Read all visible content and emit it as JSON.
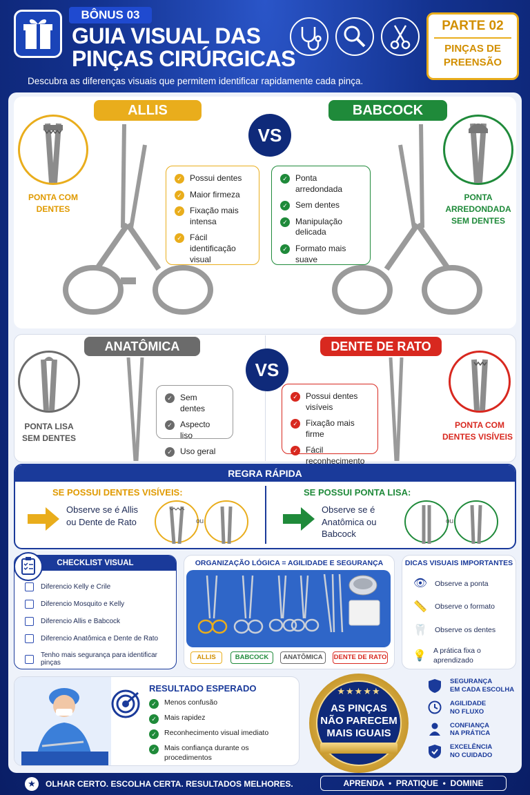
{
  "header": {
    "bonus": "BÔNUS 03",
    "title_line1": "GUIA VISUAL DAS",
    "title_line2": "PINÇAS CIRÚRGICAS",
    "subtitle": "Descubra as diferenças visuais que permitem identificar rapidamente cada pinça.",
    "part_label": "PARTE 02",
    "part_sub_line1": "PINÇAS DE",
    "part_sub_line2": "PREENSÃO"
  },
  "compare1": {
    "left_name": "ALLIS",
    "right_name": "BABCOCK",
    "vs": "VS",
    "left_caption_line1": "PONTA COM",
    "left_caption_line2": "DENTES",
    "right_caption_line1": "PONTA",
    "right_caption_line2": "ARREDONDADA",
    "right_caption_line3": "SEM DENTES",
    "left_items": [
      "Possui dentes",
      "Maior firmeza",
      "Fixação mais intensa",
      "Fácil identificação visual"
    ],
    "right_items": [
      "Ponta arredondada",
      "Sem dentes",
      "Manipulação delicada",
      "Formato mais suave"
    ]
  },
  "compare2": {
    "left_name": "ANATÔMICA",
    "right_name": "DENTE DE RATO",
    "vs": "VS",
    "left_caption_line1": "PONTA LISA",
    "left_caption_line2": "SEM DENTES",
    "right_caption_line1": "PONTA COM",
    "right_caption_line2": "DENTES VISÍVEIS",
    "left_items": [
      "Sem dentes",
      "Aspecto liso",
      "Uso geral"
    ],
    "right_items": [
      "Possui dentes visíveis",
      "Fixação mais firme",
      "Fácil reconhecimento"
    ]
  },
  "rule": {
    "title": "REGRA RÁPIDA",
    "left_heading": "SE POSSUI DENTES VISÍVEIS:",
    "left_text": "Observe se é Allis ou Dente de Rato",
    "right_heading": "SE POSSUI PONTA LISA:",
    "right_text": "Observe se é Anatômica ou Babcock",
    "ou": "ou"
  },
  "checklist": {
    "title": "CHECKLIST VISUAL",
    "items": [
      "Diferencio Kelly e Crile",
      "Diferencio Mosquito e Kelly",
      "Diferencio Allis e Babcock",
      "Diferencio Anatômica e Dente de Rato",
      "Tenho mais segurança para identificar pinças"
    ]
  },
  "organization": {
    "title": "ORGANIZAÇÃO LÓGICA = AGILIDADE E SEGURANÇA",
    "tags": [
      "ALLIS",
      "BABCOCK",
      "ANATÔMICA",
      "DENTE DE RATO"
    ]
  },
  "tips": {
    "title": "DICAS VISUAIS IMPORTANTES",
    "items": [
      "Observe a ponta",
      "Observe o formato",
      "Observe os dentes",
      "A prática fixa o aprendizado"
    ]
  },
  "result": {
    "title": "RESULTADO ESPERADO",
    "items": [
      "Menos confusão",
      "Mais rapidez",
      "Reconhecimento visual imediato",
      "Mais confiança durante os procedimentos"
    ]
  },
  "seal": {
    "line1": "AS PINÇAS",
    "line2": "NÃO PARECEM",
    "line3": "MAIS IGUAIS",
    "stars": "★★★★★"
  },
  "benefits": [
    {
      "line1": "SEGURANÇA",
      "line2": "EM CADA ESCOLHA"
    },
    {
      "line1": "AGILIDADE",
      "line2": "NO FLUXO"
    },
    {
      "line1": "CONFIANÇA",
      "line2": "NA PRÁTICA"
    },
    {
      "line1": "EXCELÊNCIA",
      "line2": "NO CUIDADO"
    }
  ],
  "footer": {
    "left": "OLHAR CERTO. ESCOLHA CERTA. RESULTADOS MELHORES.",
    "right": "APRENDA  •  PRATIQUE  •  DOMINE"
  },
  "colors": {
    "yellow": "#e9ad1c",
    "green": "#1f8a3a",
    "red": "#d8281f",
    "gray": "#6b6b6b",
    "navy": "#0f2a7a"
  }
}
